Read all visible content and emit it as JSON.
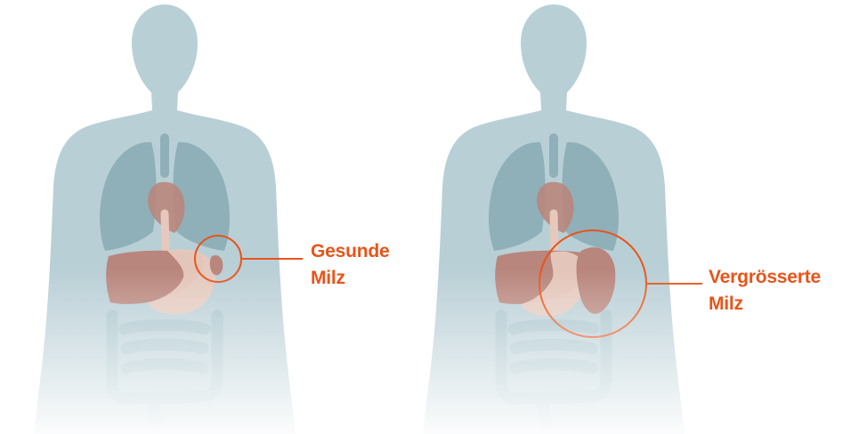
{
  "colors": {
    "body": "#b9cfd6",
    "lungs": "#8fb0b9",
    "organ": "#b8867c",
    "stomach": "#e6c8bd",
    "accent": "#e8541a"
  },
  "figures": [
    {
      "id": "healthy",
      "label_line1": "Gesunde",
      "label_line2": "Milz"
    },
    {
      "id": "enlarged",
      "label_line1": "Vergrösserte",
      "label_line2": "Milz"
    }
  ]
}
